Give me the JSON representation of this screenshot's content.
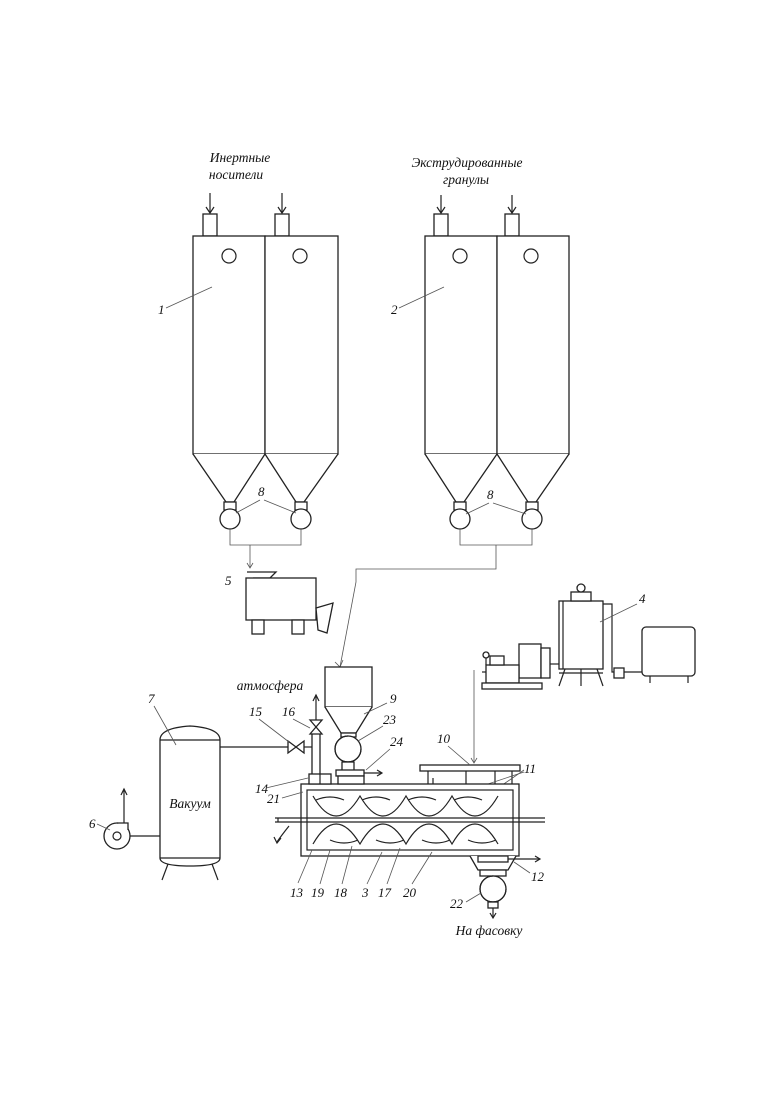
{
  "labels": {
    "inert_carriers_line1": "Инертные",
    "inert_carriers_line2": "носители",
    "extruded_line1": "Экструдированные",
    "extruded_line2": "гранулы",
    "atmosphere": "атмосфера",
    "vacuum": "Вакуум",
    "to_packing": "На фасовку"
  },
  "numbers": {
    "n1": "1",
    "n2": "2",
    "n3": "3",
    "n4": "4",
    "n5": "5",
    "n6": "6",
    "n7": "7",
    "n8a": "8",
    "n8b": "8",
    "n9": "9",
    "n10": "10",
    "n11": "11",
    "n12": "12",
    "n13": "13",
    "n14": "14",
    "n15": "15",
    "n16": "16",
    "n17": "17",
    "n18": "18",
    "n19": "19",
    "n20": "20",
    "n21": "21",
    "n22": "22",
    "n23": "23",
    "n24": "24"
  },
  "colors": {
    "line": "#222222",
    "background": "#ffffff"
  }
}
